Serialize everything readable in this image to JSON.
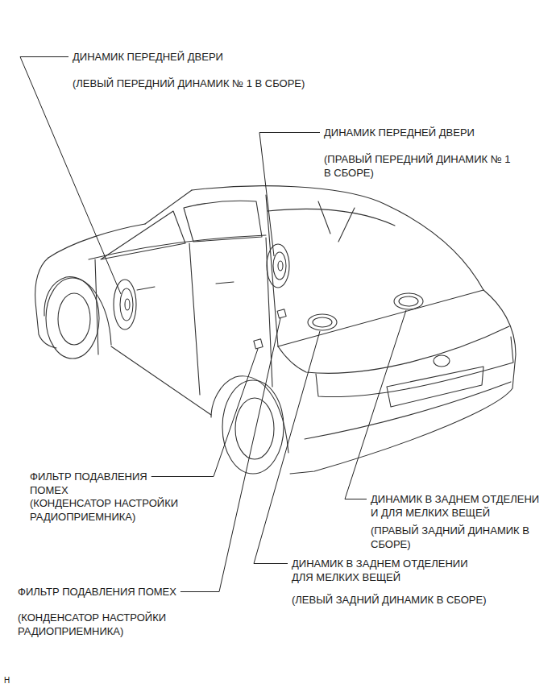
{
  "diagram": {
    "labels": [
      "ДИНАМИК ПЕРЕДНЕЙ ДВЕРИ",
      "(ЛЕВЫЙ ПЕРЕДНИЙ ДИНАМИК № 1 В СБОРЕ)",
      "ДИНАМИК ПЕРЕДНЕЙ ДВЕРИ",
      "(ПРАВЫЙ ПЕРЕДНИЙ ДИНАМИК № 1 В СБОРЕ)",
      "ФИЛЬТР ПОДАВЛЕНИЯ ПОМЕХ",
      "(КОНДЕНСАТОР НАСТРОЙКИ РАДИОПРИЕМНИКА)",
      "ДИНАМИК В ЗАДНЕМ ОТДЕЛЕНИ И ДЛЯ МЕЛКИХ ВЕЩЕЙ",
      "(ПРАВЫЙ ЗАДНИЙ ДИНАМИК В СБОРЕ)",
      "ДИНАМИК В ЗАДНЕМ ОТДЕЛЕНИИ ДЛЯ МЕЛКИХ ВЕЩЕЙ",
      "(ЛЕВЫЙ ЗАДНИЙ ДИНАМИК В СБОРЕ)",
      "ФИЛЬТР ПОДАВЛЕНИЯ ПОМЕХ",
      "(КОНДЕНСАТОР НАСТРОЙКИ РАДИОПРИЕМНИКА)",
      "H"
    ]
  }
}
